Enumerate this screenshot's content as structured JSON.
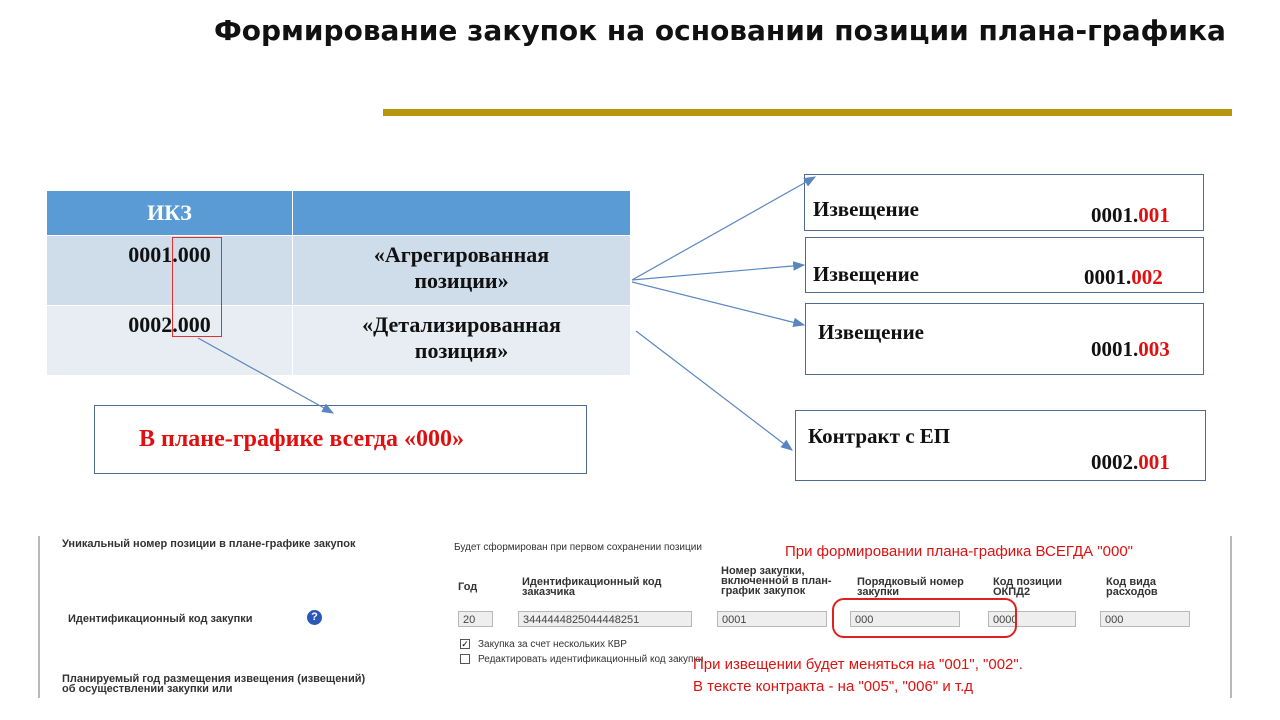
{
  "title": "Формирование закупок на основании позиции плана-графика",
  "colors": {
    "accent_rule": "#b8960a",
    "table_header": "#5b9bd5",
    "highlight": "#e01010"
  },
  "table": {
    "header": [
      "ИКЗ",
      ""
    ],
    "rows": [
      {
        "code": "0001.000",
        "desc_line1": "«Агрегированная",
        "desc_line2": "позиции»"
      },
      {
        "code": "0002.000",
        "desc_line1": "«Детализированная",
        "desc_line2": "позиция»"
      }
    ]
  },
  "note": "В плане-графике всегда «000»",
  "notices": [
    {
      "label": "Извещение",
      "prefix": "0001.",
      "suffix": "001"
    },
    {
      "label": "Извещение",
      "prefix": "0001.",
      "suffix": "002"
    },
    {
      "label": "Извещение",
      "prefix": "0001.",
      "suffix": "003"
    },
    {
      "label": "Контракт с ЕП",
      "prefix": "0002.",
      "suffix": "001"
    }
  ],
  "form": {
    "left_label_1": "Уникальный номер позиции в плане-графике закупок",
    "left_label_2": "Идентификационный код закупки",
    "left_label_3": "Планируемый год размещения извещения (извещений) об осуществлении закупки или",
    "formed_note": "Будет сформирован при первом сохранении позиции",
    "red_note_top": "При формировании плана-графика ВСЕГДА \"000\"",
    "columns": {
      "year": "Год",
      "customer_code": "Идентификационный код заказчика",
      "purchase_no": "Номер закупки, включенной в план-график закупок",
      "seq_no": "Порядковый номер закупки",
      "okpd2": "Код позиции ОКПД2",
      "expense_type": "Код вида расходов"
    },
    "values": {
      "year": "20",
      "customer_code": "3444444825044448251",
      "purchase_no": "0001",
      "seq_no": "000",
      "okpd2": "0000",
      "expense_type": "000"
    },
    "checkbox_1": {
      "label": "Закупка за счет нескольких КВР",
      "checked": true
    },
    "checkbox_2": {
      "label": "Редактировать идентификационный код закупки",
      "checked": false
    },
    "help_icon": "?",
    "red_note_bottom_1": "При извещении  будет меняться на \"001\", \"002\".",
    "red_note_bottom_2": "В тексте контракта - на \"005\", \"006\" и т.д"
  }
}
